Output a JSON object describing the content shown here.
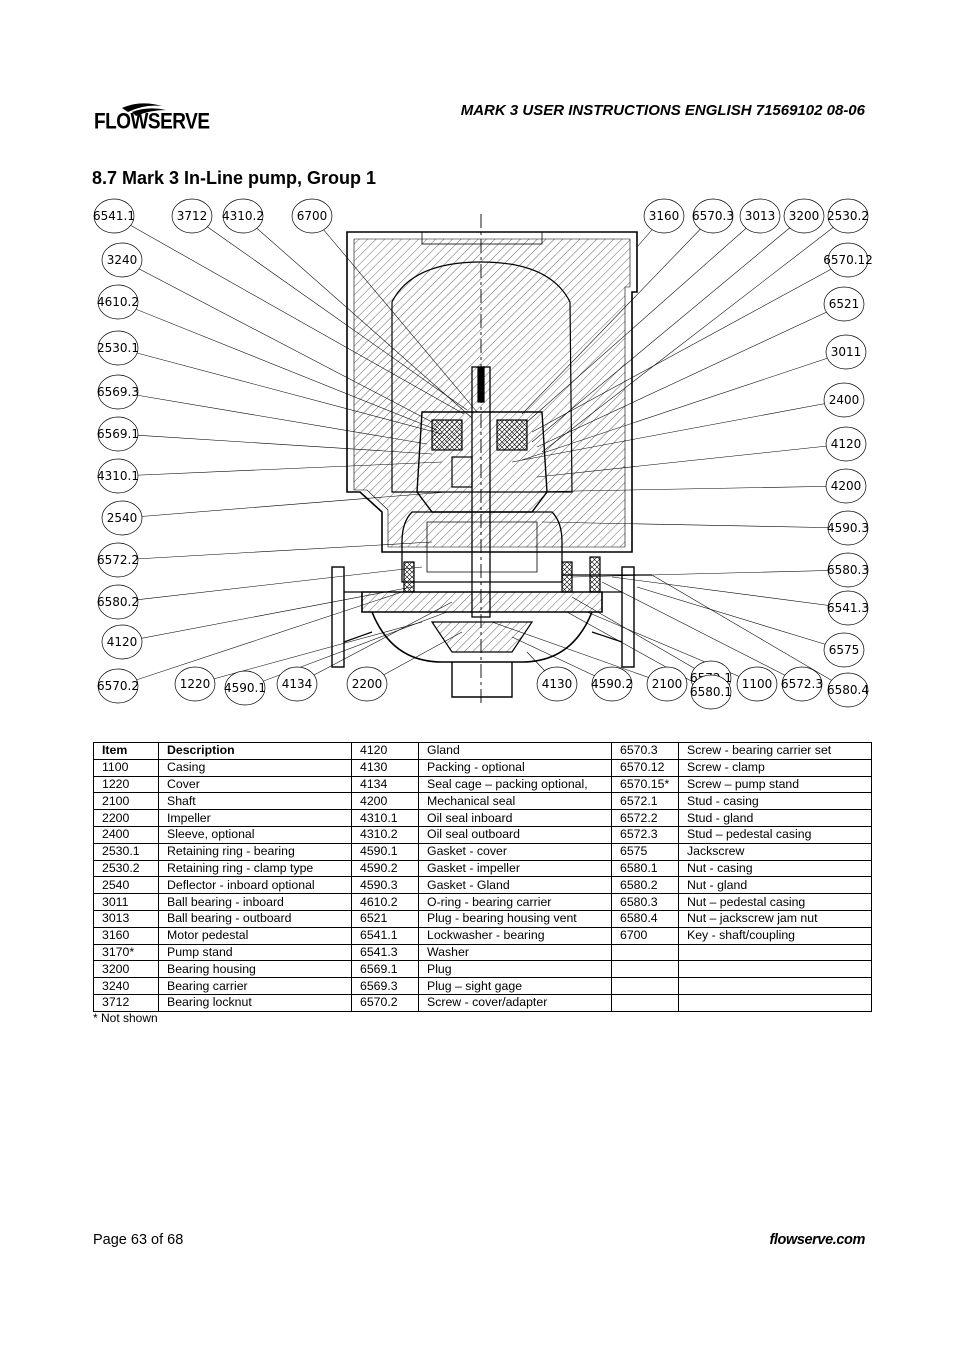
{
  "header": {
    "brand": "FLOWSERVE",
    "doc_title": "MARK 3  USER INSTRUCTIONS  ENGLISH  71569102  08-06"
  },
  "section": {
    "title": "8.7  Mark 3 In-Line pump, Group 1"
  },
  "diagram": {
    "callouts_left": [
      "6541.1",
      "3712",
      "4310.2",
      "6700",
      "3240",
      "4610.2",
      "2530.1",
      "6569.3",
      "6569.1",
      "4310.1",
      "2540",
      "6572.2",
      "6580.2",
      "4120",
      "6570.2",
      "1220",
      "4590.1",
      "4134",
      "2200"
    ],
    "callouts_right": [
      "3160",
      "6570.3",
      "3013",
      "3200",
      "2530.2",
      "6570.12",
      "6521",
      "3011",
      "2400",
      "4120",
      "4200",
      "4590.3",
      "6580.3",
      "6541.3",
      "6575",
      "6580.4",
      "6572.3",
      "1100",
      "6572.1",
      "6580.1",
      "2100",
      "4590.2",
      "4130"
    ]
  },
  "table": {
    "headers": [
      "Item",
      "Description",
      "",
      "",
      "",
      ""
    ],
    "rows": [
      [
        "1100",
        "Casing",
        "4130",
        "Packing - optional",
        "6570.12",
        "Screw  - clamp"
      ],
      [
        "1220",
        "Cover",
        "4134",
        "Seal cage – packing optional,",
        "6570.15*",
        "Screw – pump stand"
      ],
      [
        "2100",
        "Shaft",
        "4200",
        "Mechanical seal",
        "6572.1",
        "Stud - casing"
      ],
      [
        "2200",
        "Impeller",
        "4310.1",
        "Oil seal inboard",
        "6572.2",
        "Stud - gland"
      ],
      [
        "2400",
        "Sleeve, optional",
        "4310.2",
        "Oil seal outboard",
        "6572.3",
        "Stud – pedestal casing"
      ],
      [
        "2530.1",
        "Retaining ring - bearing",
        "4590.1",
        "Gasket - cover",
        "6575",
        "Jackscrew"
      ],
      [
        "2530.2",
        "Retaining ring - clamp type",
        "4590.2",
        "Gasket - impeller",
        "6580.1",
        "Nut - casing"
      ],
      [
        "2540",
        "Deflector - inboard optional",
        "4590.3",
        "Gasket - Gland",
        "6580.2",
        "Nut - gland"
      ],
      [
        "3011",
        "Ball bearing - inboard",
        "4610.2",
        "O-ring - bearing carrier",
        "6580.3",
        "Nut – pedestal casing"
      ],
      [
        "3013",
        "Ball bearing - outboard",
        "6521",
        "Plug - bearing housing vent",
        "6580.4",
        "Nut – jackscrew jam nut"
      ],
      [
        "3160",
        "Motor pedestal",
        "6541.1",
        "Lockwasher - bearing",
        "6700",
        "Key - shaft/coupling"
      ],
      [
        "3170*",
        "Pump stand",
        "6541.3",
        "Washer",
        "",
        ""
      ],
      [
        "3200",
        "Bearing housing",
        "6569.1",
        "Plug",
        "",
        ""
      ],
      [
        "3240",
        "Bearing carrier",
        "6569.3",
        "Plug – sight gage",
        "",
        ""
      ],
      [
        "3712",
        "Bearing locknut",
        "6570.2",
        "Screw - cover/adapter",
        "",
        ""
      ]
    ],
    "header_extra": [
      "4120",
      "Gland",
      "6570.3",
      "Screw - bearing carrier set"
    ]
  },
  "note": "* Not shown",
  "footer": {
    "page": "Page 63 of 68",
    "site": "flowserve.com"
  }
}
